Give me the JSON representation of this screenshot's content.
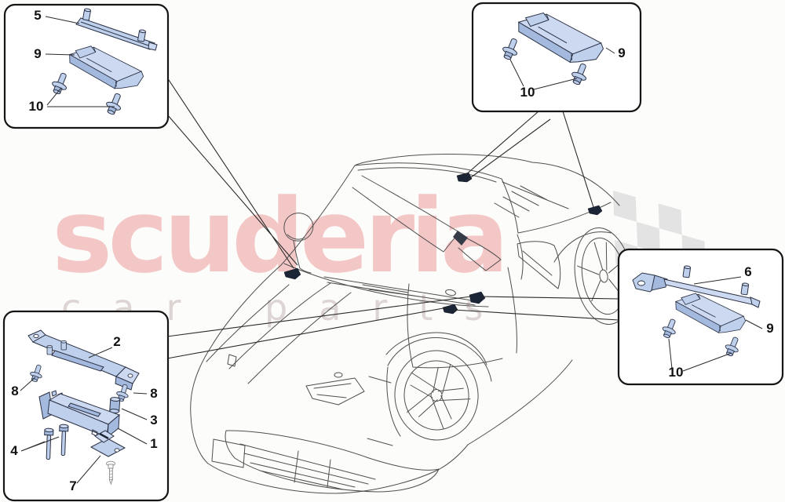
{
  "watermark": {
    "line1": "scuderia",
    "line2": "car parts",
    "primary_color": "#f4c2c2",
    "secondary_color": "#dcd3d3"
  },
  "callouts": {
    "top_left": {
      "labels": [
        "5",
        "9",
        "10"
      ]
    },
    "top_right": {
      "labels": [
        "9",
        "10"
      ]
    },
    "bottom_left": {
      "labels": [
        "2",
        "8",
        "8",
        "3",
        "1",
        "4",
        "7"
      ]
    },
    "bottom_right": {
      "labels": [
        "6",
        "9",
        "10"
      ]
    }
  },
  "sensor_marks": [
    "windscreen-cowl",
    "rear-deck",
    "rear-fender",
    "door-front",
    "door-sill"
  ],
  "colors": {
    "part_fill": "#bed0ec",
    "part_shade": "#a4b9de",
    "part_highlight": "#cdd9f1",
    "part_outline": "#2a3144",
    "leader_line": "#2b2b2b",
    "box_border": "#161616",
    "car_line": "#4f4f4f",
    "sensor": "#1c2536",
    "flag": "#e3e3e3"
  }
}
